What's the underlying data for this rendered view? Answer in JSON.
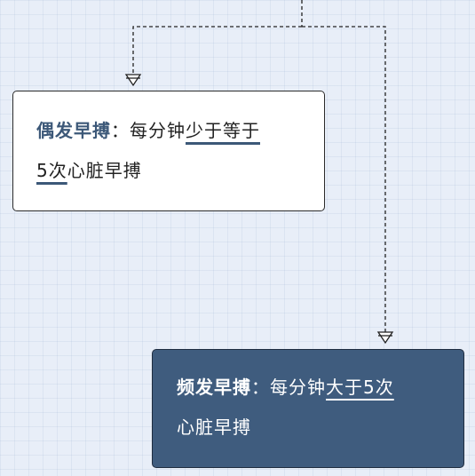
{
  "occasional": {
    "term": "偶发早搏",
    "colon": "：",
    "text_a": "每分钟",
    "highlight_a": "少于等于",
    "highlight_b": "5次",
    "text_b": "心脏早搏"
  },
  "frequent": {
    "term": "频发早搏",
    "colon": "：",
    "text_a": "每分钟",
    "highlight_a": "大于5次",
    "text_b": "心脏早搏"
  },
  "colors": {
    "background": "#e8eef8",
    "accent_dark_blue": "#3f5c7e",
    "card_light": "#ffffff",
    "connector": "#222222"
  }
}
